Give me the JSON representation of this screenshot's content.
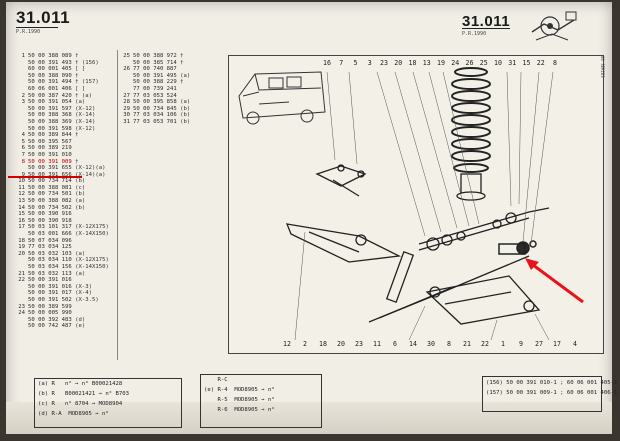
{
  "header": {
    "ref_left": "31.011",
    "sub_left": "P.R.1990",
    "ref_right": "31.011",
    "sub_right": "P.R.1990"
  },
  "parts_col_a": [
    {
      "n": "1",
      "ref": "50 00 388 089",
      "note": "†"
    },
    {
      "n": "",
      "ref": "50 00 391 493",
      "note": "† (156)"
    },
    {
      "n": "",
      "ref": "60 00 001 405",
      "note": "[ ]"
    },
    {
      "n": "",
      "ref": "50 00 388 090",
      "note": "†"
    },
    {
      "n": "",
      "ref": "50 00 391 494",
      "note": "† (157)"
    },
    {
      "n": "",
      "ref": "60 06 001 406",
      "note": "[ ]"
    },
    {
      "n": "2",
      "ref": "50 00 387 420",
      "note": "† (a)"
    },
    {
      "n": "3",
      "ref": "50 00 391 054",
      "note": "(a)"
    },
    {
      "n": "",
      "ref": "50 00 391 597",
      "note": "(X-12)"
    },
    {
      "n": "",
      "ref": "50 00 388 368",
      "note": "(X-14)"
    },
    {
      "n": "",
      "ref": "50 00 388 369",
      "note": "(X-14)"
    },
    {
      "n": "",
      "ref": "50 00 391 598",
      "note": "(X-12)"
    },
    {
      "n": "4",
      "ref": "50 00 389 844",
      "note": "†"
    },
    {
      "n": "5",
      "ref": "50 00 395 567",
      "note": ""
    },
    {
      "n": "6",
      "ref": "50 00 389 219",
      "note": ""
    },
    {
      "n": "7",
      "ref": "50 00 391 010",
      "note": ""
    },
    {
      "n": "8",
      "ref": "50 00 391 009",
      "note": "†",
      "highlight": true
    },
    {
      "n": "",
      "ref": "50 00 391 655",
      "note": "(X-12)(a)"
    },
    {
      "n": "9",
      "ref": "50 00 391 656",
      "note": "(X-14)(a)"
    },
    {
      "n": "10",
      "ref": "50 00 734 714",
      "note": "(b)"
    },
    {
      "n": "11",
      "ref": "50 00 388 081",
      "note": "(c)"
    },
    {
      "n": "12",
      "ref": "50 00 734 501",
      "note": "(b)"
    },
    {
      "n": "13",
      "ref": "50 00 388 082",
      "note": "(a)"
    },
    {
      "n": "14",
      "ref": "50 00 734 502",
      "note": "(b)"
    },
    {
      "n": "15",
      "ref": "50 00 390 916",
      "note": ""
    },
    {
      "n": "16",
      "ref": "50 00 390 918",
      "note": ""
    },
    {
      "n": "17",
      "ref": "50 03 101 317",
      "note": "(X-12X175)"
    },
    {
      "n": "",
      "ref": "50 03 001 666",
      "note": "(X-14X150)"
    },
    {
      "n": "18",
      "ref": "50 07 034 096",
      "note": ""
    },
    {
      "n": "19",
      "ref": "77 03 034 125",
      "note": ""
    },
    {
      "n": "20",
      "ref": "50 03 032 103",
      "note": "(a)"
    },
    {
      "n": "",
      "ref": "50 03 034 110",
      "note": "(X-12X175)"
    },
    {
      "n": "",
      "ref": "50 03 034 156",
      "note": "(X-14X150)"
    },
    {
      "n": "21",
      "ref": "50 03 032 113",
      "note": "(a)"
    },
    {
      "n": "22",
      "ref": "50 00 391 016",
      "note": ""
    },
    {
      "n": "",
      "ref": "50 00 391 016",
      "note": "(X-3)"
    },
    {
      "n": "",
      "ref": "50 00 391 017",
      "note": "(X-4)"
    },
    {
      "n": "",
      "ref": "50 00 391 502",
      "note": "(X-3.5)"
    },
    {
      "n": "23",
      "ref": "50 00 389 599",
      "note": ""
    },
    {
      "n": "24",
      "ref": "50 00 005 990",
      "note": ""
    },
    {
      "n": "",
      "ref": "50 00 392 483",
      "note": "(d)"
    },
    {
      "n": "",
      "ref": "50 00 742 487",
      "note": "(e)"
    }
  ],
  "parts_col_b": [
    {
      "n": "25",
      "ref": "50 00 388 972",
      "note": "†"
    },
    {
      "n": "",
      "ref": "50 00 385 714",
      "note": "†"
    },
    {
      "n": "26",
      "ref": "77 00 740 887",
      "note": ""
    },
    {
      "n": "",
      "ref": "50 00 391 495",
      "note": "(a)"
    },
    {
      "n": "",
      "ref": "50 00 388 229",
      "note": "†"
    },
    {
      "n": "",
      "ref": "77 00 739 241",
      "note": ""
    },
    {
      "n": "27",
      "ref": "77 03 053 524",
      "note": ""
    },
    {
      "n": "28",
      "ref": "50 00 395 858",
      "note": "(a)"
    },
    {
      "n": "29",
      "ref": "50 00 734 845",
      "note": "(b)"
    },
    {
      "n": "30",
      "ref": "77 03 034 106",
      "note": "(b)"
    },
    {
      "n": "31",
      "ref": "77 03 053 701",
      "note": "(b)"
    }
  ],
  "diagram": {
    "top_labels": [
      "16",
      "7",
      "5",
      "3",
      "23",
      "20",
      "18",
      "13",
      "19",
      "24",
      "26",
      "25",
      "10",
      "31",
      "15",
      "22",
      "8"
    ],
    "bottom_labels": [
      "12",
      "2",
      "18",
      "20",
      "23",
      "11",
      "6",
      "14",
      "30",
      "8",
      "21",
      "22",
      "1",
      "9",
      "27",
      "17",
      "4"
    ],
    "side_code": "88 SERIES"
  },
  "bottom_table_left": [
    {
      "tag": "a",
      "text": "R   n° → n° B00021428"
    },
    {
      "tag": "b",
      "text": "R   B00021421 → n° B703"
    },
    {
      "tag": "c",
      "text": "R   n° 8704 → MOD8904"
    },
    {
      "tag": "d",
      "text": "R-A  MOD8905 → n°"
    }
  ],
  "bottom_table_mid": [
    {
      "tag": "",
      "text": "R-C"
    },
    {
      "tag": "e",
      "text": "R-4  MOD8905 → n°"
    },
    {
      "tag": "",
      "text": "R-5  MOD8905 → n°"
    },
    {
      "tag": "",
      "text": "R-6  MOD8905 → n°"
    }
  ],
  "bottom_table_right": [
    {
      "tag": "156",
      "text": "50 00 391 010-1 ; 60 06 001 405-1"
    },
    {
      "tag": "157",
      "text": "50 00 391 009-1 ; 60 06 001 406-1"
    }
  ],
  "colors": {
    "highlight": "#d40000",
    "arrow": "#e8141b"
  }
}
